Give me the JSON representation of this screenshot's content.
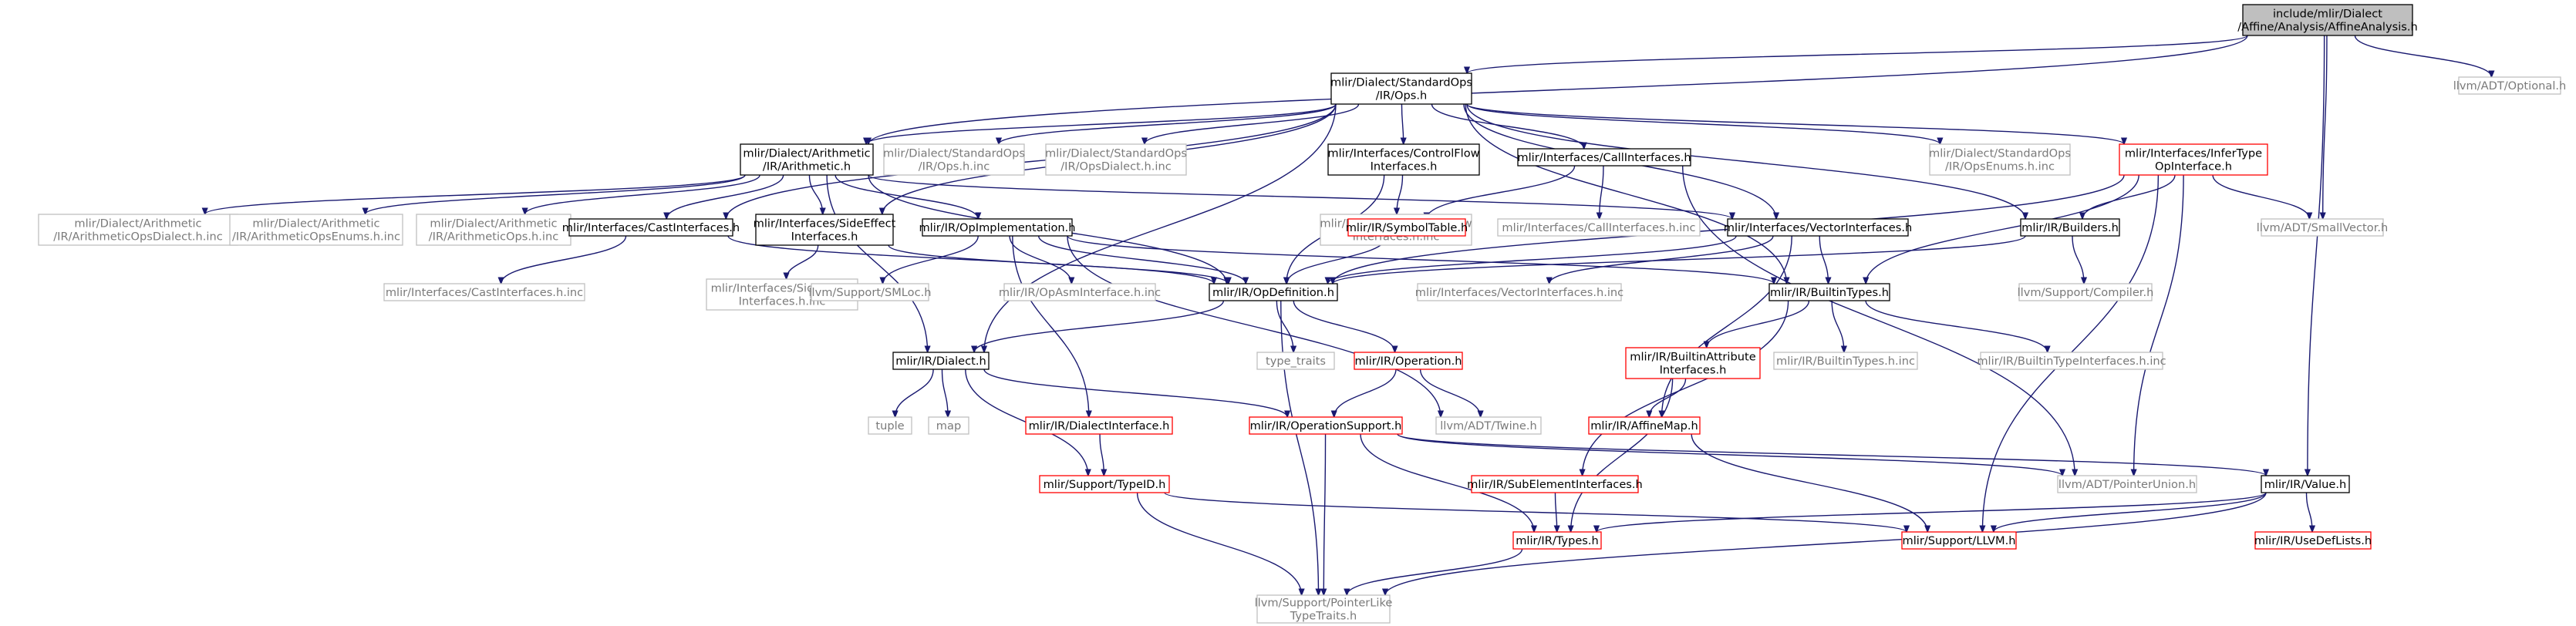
{
  "root": "include/mlir/Dialect/Affine/Analysis/AffineAnalysis.h",
  "nodes": [
    {
      "id": "root",
      "style": "root",
      "lines": [
        "include/mlir/Dialect",
        "/Affine/Analysis/AffineAnalysis.h"
      ]
    },
    {
      "id": "optional",
      "style": "grey",
      "lines": [
        "llvm/ADT/Optional.h"
      ]
    },
    {
      "id": "stdops",
      "style": "black",
      "lines": [
        "mlir/Dialect/StandardOps",
        "/IR/Ops.h"
      ]
    },
    {
      "id": "arith",
      "style": "black",
      "lines": [
        "mlir/Dialect/Arithmetic",
        "/IR/Arithmetic.h"
      ]
    },
    {
      "id": "std_ops_h_inc",
      "style": "grey",
      "lines": [
        "mlir/Dialect/StandardOps",
        "/IR/Ops.h.inc"
      ]
    },
    {
      "id": "std_opsdialect_inc",
      "style": "grey",
      "lines": [
        "mlir/Dialect/StandardOps",
        "/IR/OpsDialect.h.inc"
      ]
    },
    {
      "id": "controlflow",
      "style": "black",
      "lines": [
        "mlir/Interfaces/ControlFlow",
        "Interfaces.h"
      ]
    },
    {
      "id": "callifaces",
      "style": "black",
      "lines": [
        "mlir/Interfaces/CallInterfaces.h"
      ]
    },
    {
      "id": "std_opsenums_inc",
      "style": "grey",
      "lines": [
        "mlir/Dialect/StandardOps",
        "/IR/OpsEnums.h.inc"
      ]
    },
    {
      "id": "infertype",
      "style": "red",
      "lines": [
        "mlir/Interfaces/InferType",
        "OpInterface.h"
      ]
    },
    {
      "id": "arith_dialect_inc",
      "style": "grey",
      "lines": [
        "mlir/Dialect/Arithmetic",
        "/IR/ArithmeticOpsDialect.h.inc"
      ]
    },
    {
      "id": "arith_enums_inc",
      "style": "grey",
      "lines": [
        "mlir/Dialect/Arithmetic",
        "/IR/ArithmeticOpsEnums.h.inc"
      ]
    },
    {
      "id": "arith_ops_inc",
      "style": "grey",
      "lines": [
        "mlir/Dialect/Arithmetic",
        "/IR/ArithmeticOps.h.inc"
      ]
    },
    {
      "id": "castifaces",
      "style": "black",
      "lines": [
        "mlir/Interfaces/CastInterfaces.h"
      ]
    },
    {
      "id": "sideeffect",
      "style": "black",
      "lines": [
        "mlir/Interfaces/SideEffect",
        "Interfaces.h"
      ]
    },
    {
      "id": "opimpl",
      "style": "black",
      "lines": [
        "mlir/IR/OpImplementation.h"
      ]
    },
    {
      "id": "cf_inc",
      "style": "grey",
      "lines": [
        "mlir/Interfaces/ControlFlow",
        "Interfaces.h.inc"
      ]
    },
    {
      "id": "symboltable",
      "style": "red",
      "lines": [
        "mlir/IR/SymbolTable.h"
      ]
    },
    {
      "id": "call_inc",
      "style": "grey",
      "lines": [
        "mlir/Interfaces/CallInterfaces.h.inc"
      ]
    },
    {
      "id": "vectorifaces",
      "style": "black",
      "lines": [
        "mlir/Interfaces/VectorInterfaces.h"
      ]
    },
    {
      "id": "builders",
      "style": "black",
      "lines": [
        "mlir/IR/Builders.h"
      ]
    },
    {
      "id": "smallvector",
      "style": "grey",
      "lines": [
        "llvm/ADT/SmallVector.h"
      ]
    },
    {
      "id": "cast_inc",
      "style": "grey",
      "lines": [
        "mlir/Interfaces/CastInterfaces.h.inc"
      ]
    },
    {
      "id": "sideeffect_inc",
      "style": "grey",
      "lines": [
        "mlir/Interfaces/SideEffect",
        "Interfaces.h.inc"
      ]
    },
    {
      "id": "smloc",
      "style": "grey",
      "lines": [
        "llvm/Support/SMLoc.h"
      ]
    },
    {
      "id": "opasm_inc",
      "style": "grey",
      "lines": [
        "mlir/IR/OpAsmInterface.h.inc"
      ]
    },
    {
      "id": "opdef",
      "style": "black",
      "lines": [
        "mlir/IR/OpDefinition.h"
      ]
    },
    {
      "id": "vector_inc",
      "style": "grey",
      "lines": [
        "mlir/Interfaces/VectorInterfaces.h.inc"
      ]
    },
    {
      "id": "builtintypes",
      "style": "black",
      "lines": [
        "mlir/IR/BuiltinTypes.h"
      ]
    },
    {
      "id": "compiler",
      "style": "grey",
      "lines": [
        "llvm/Support/Compiler.h"
      ]
    },
    {
      "id": "dialect",
      "style": "black",
      "lines": [
        "mlir/IR/Dialect.h"
      ]
    },
    {
      "id": "type_traits",
      "style": "grey",
      "lines": [
        "type_traits"
      ]
    },
    {
      "id": "operation",
      "style": "red",
      "lines": [
        "mlir/IR/Operation.h"
      ]
    },
    {
      "id": "builtinattr",
      "style": "red",
      "lines": [
        "mlir/IR/BuiltinAttribute",
        "Interfaces.h"
      ]
    },
    {
      "id": "builtintypes_inc",
      "style": "grey",
      "lines": [
        "mlir/IR/BuiltinTypes.h.inc"
      ]
    },
    {
      "id": "builtintypeifaces_inc",
      "style": "grey",
      "lines": [
        "mlir/IR/BuiltinTypeInterfaces.h.inc"
      ]
    },
    {
      "id": "tuple",
      "style": "grey",
      "lines": [
        "tuple"
      ]
    },
    {
      "id": "map",
      "style": "grey",
      "lines": [
        "map"
      ]
    },
    {
      "id": "dialectiface",
      "style": "red",
      "lines": [
        "mlir/IR/DialectInterface.h"
      ]
    },
    {
      "id": "opsupport",
      "style": "red",
      "lines": [
        "mlir/IR/OperationSupport.h"
      ]
    },
    {
      "id": "twine",
      "style": "grey",
      "lines": [
        "llvm/ADT/Twine.h"
      ]
    },
    {
      "id": "affinemap",
      "style": "red",
      "lines": [
        "mlir/IR/AffineMap.h"
      ]
    },
    {
      "id": "typeid",
      "style": "red",
      "lines": [
        "mlir/Support/TypeID.h"
      ]
    },
    {
      "id": "subelement",
      "style": "red",
      "lines": [
        "mlir/IR/SubElementInterfaces.h"
      ]
    },
    {
      "id": "pointerunion",
      "style": "grey",
      "lines": [
        "llvm/ADT/PointerUnion.h"
      ]
    },
    {
      "id": "value",
      "style": "black",
      "lines": [
        "mlir/IR/Value.h"
      ]
    },
    {
      "id": "types",
      "style": "red",
      "lines": [
        "mlir/IR/Types.h"
      ]
    },
    {
      "id": "llvm_h",
      "style": "red",
      "lines": [
        "mlir/Support/LLVM.h"
      ]
    },
    {
      "id": "usedeflists",
      "style": "red",
      "lines": [
        "mlir/IR/UseDefLists.h"
      ]
    },
    {
      "id": "pointerlike",
      "style": "grey",
      "lines": [
        "llvm/Support/PointerLike",
        "TypeTraits.h"
      ]
    }
  ],
  "edges": [
    [
      "root",
      "optional"
    ],
    [
      "root",
      "stdops"
    ],
    [
      "root",
      "smallvector"
    ],
    [
      "root",
      "value"
    ],
    [
      "root",
      "arith"
    ],
    [
      "stdops",
      "arith"
    ],
    [
      "stdops",
      "std_ops_h_inc"
    ],
    [
      "stdops",
      "std_opsdialect_inc"
    ],
    [
      "stdops",
      "controlflow"
    ],
    [
      "stdops",
      "callifaces"
    ],
    [
      "stdops",
      "std_opsenums_inc"
    ],
    [
      "stdops",
      "infertype"
    ],
    [
      "stdops",
      "castifaces"
    ],
    [
      "stdops",
      "sideeffect"
    ],
    [
      "stdops",
      "vectorifaces"
    ],
    [
      "stdops",
      "builders"
    ],
    [
      "stdops",
      "builtintypes"
    ],
    [
      "stdops",
      "dialect"
    ],
    [
      "arith",
      "arith_dialect_inc"
    ],
    [
      "arith",
      "arith_enums_inc"
    ],
    [
      "arith",
      "arith_ops_inc"
    ],
    [
      "arith",
      "castifaces"
    ],
    [
      "arith",
      "sideeffect"
    ],
    [
      "arith",
      "opimpl"
    ],
    [
      "arith",
      "vectorifaces"
    ],
    [
      "arith",
      "opdef"
    ],
    [
      "arith",
      "dialect"
    ],
    [
      "controlflow",
      "cf_inc"
    ],
    [
      "controlflow",
      "opdef"
    ],
    [
      "callifaces",
      "symboltable"
    ],
    [
      "callifaces",
      "call_inc"
    ],
    [
      "callifaces",
      "pointerunion"
    ],
    [
      "infertype",
      "builders"
    ],
    [
      "infertype",
      "smallvector"
    ],
    [
      "infertype",
      "builtintypes"
    ],
    [
      "infertype",
      "pointerunion"
    ],
    [
      "infertype",
      "opdef"
    ],
    [
      "infertype",
      "llvm_h"
    ],
    [
      "castifaces",
      "cast_inc"
    ],
    [
      "castifaces",
      "opdef"
    ],
    [
      "sideeffect",
      "sideeffect_inc"
    ],
    [
      "sideeffect",
      "opdef"
    ],
    [
      "opimpl",
      "smloc"
    ],
    [
      "opimpl",
      "opasm_inc"
    ],
    [
      "opimpl",
      "opdef"
    ],
    [
      "opimpl",
      "dialectiface"
    ],
    [
      "opimpl",
      "builtintypes"
    ],
    [
      "opimpl",
      "twine"
    ],
    [
      "symboltable",
      "opdef"
    ],
    [
      "vectorifaces",
      "vector_inc"
    ],
    [
      "vectorifaces",
      "builtintypes"
    ],
    [
      "vectorifaces",
      "opdef"
    ],
    [
      "vectorifaces",
      "affinemap"
    ],
    [
      "builders",
      "compiler"
    ],
    [
      "builders",
      "opdef"
    ],
    [
      "opdef",
      "dialect"
    ],
    [
      "opdef",
      "type_traits"
    ],
    [
      "opdef",
      "operation"
    ],
    [
      "opdef",
      "pointerlike"
    ],
    [
      "builtintypes",
      "builtinattr"
    ],
    [
      "builtintypes",
      "builtintypes_inc"
    ],
    [
      "builtintypes",
      "builtintypeifaces_inc"
    ],
    [
      "builtintypes",
      "subelement"
    ],
    [
      "dialect",
      "tuple"
    ],
    [
      "dialect",
      "map"
    ],
    [
      "dialect",
      "typeid"
    ],
    [
      "dialect",
      "opsupport"
    ],
    [
      "operation",
      "opsupport"
    ],
    [
      "operation",
      "twine"
    ],
    [
      "builtinattr",
      "affinemap"
    ],
    [
      "builtinattr",
      "types"
    ],
    [
      "dialectiface",
      "typeid"
    ],
    [
      "opsupport",
      "pointerunion"
    ],
    [
      "opsupport",
      "value"
    ],
    [
      "opsupport",
      "types"
    ],
    [
      "opsupport",
      "pointerlike"
    ],
    [
      "affinemap",
      "llvm_h"
    ],
    [
      "typeid",
      "llvm_h"
    ],
    [
      "typeid",
      "pointerlike"
    ],
    [
      "subelement",
      "types"
    ],
    [
      "value",
      "types"
    ],
    [
      "value",
      "llvm_h"
    ],
    [
      "value",
      "usedeflists"
    ],
    [
      "value",
      "pointerlike"
    ],
    [
      "types",
      "pointerlike"
    ]
  ]
}
